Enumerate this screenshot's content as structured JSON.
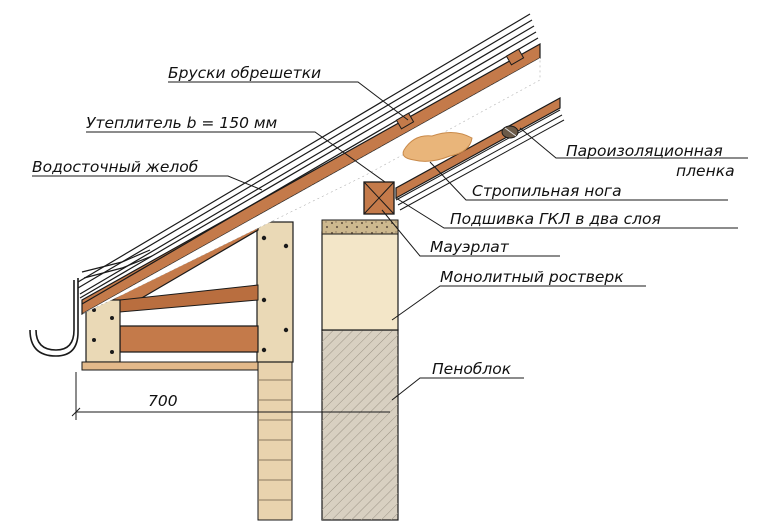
{
  "diagram": {
    "labels": {
      "battens": "Бруски обрешетки",
      "insulation": "Утеплитель b = 150 мм",
      "gutter": "Водосточный желоб",
      "vapor_barrier_1": "Пароизоляционная",
      "vapor_barrier_2": "пленка",
      "rafter": "Стропильная нога",
      "drywall": "Подшивка ГКЛ в два слоя",
      "mauerlat": "Мауэрлат",
      "ring_beam": "Монолитный ростверк",
      "foam_block": "Пеноблок",
      "dimension": "700"
    },
    "colors": {
      "wood": "#c47a4a",
      "wood_dark": "#a85f34",
      "osb": "#ead9b6",
      "concrete": "#cfc7b8",
      "ring_beam_fill": "#f3e6c8",
      "brick": "#e9d3ae",
      "line": "#1a1a1a"
    }
  }
}
